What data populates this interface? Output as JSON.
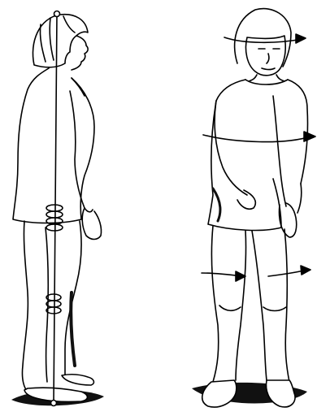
{
  "colors": {
    "ink": "#000000",
    "paper": "#ffffff",
    "shadow": "#111111"
  },
  "figures": [
    {
      "id": "side-view",
      "icon": "standing-person-profile-with-plumb-line"
    },
    {
      "id": "front-view",
      "icon": "standing-person-front-with-rotation-arrows"
    }
  ]
}
